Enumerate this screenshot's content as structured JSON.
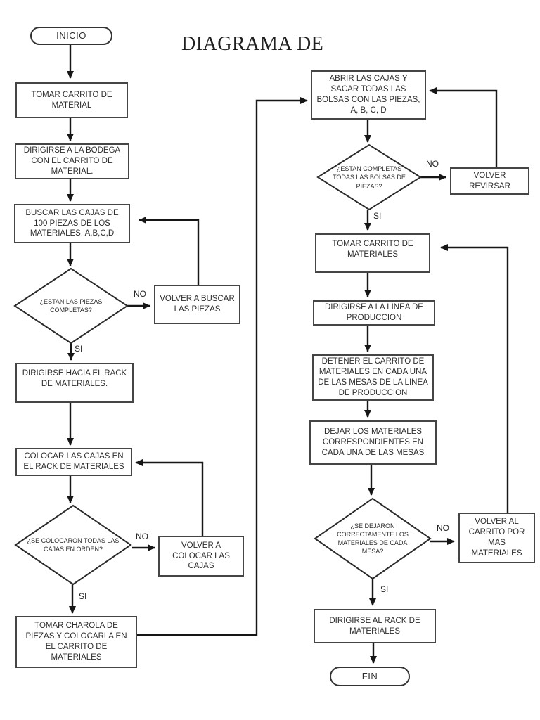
{
  "page": {
    "title": "DIAGRAMA DE"
  },
  "flowchart": {
    "decision_labels": {
      "yes": "SI",
      "no": "NO"
    },
    "nodes": {
      "inicio": {
        "type": "terminator",
        "label": "INICIO"
      },
      "tomar_carrito_material": {
        "type": "process",
        "label": "TOMAR CARRITO DE MATERIAL"
      },
      "dirigirse_bodega": {
        "type": "process",
        "label": "DIRIGIRSE A LA BODEGA CON EL CARRITO DE MATERIAL."
      },
      "buscar_cajas": {
        "type": "process",
        "label": "BUSCAR LAS CAJAS DE 100 PIEZAS DE LOS MATERIALES, A,B,C,D"
      },
      "estan_piezas_completas": {
        "type": "decision",
        "label": "¿ESTAN LAS PIEZAS COMPLETAS?"
      },
      "volver_buscar_piezas": {
        "type": "process",
        "label": "VOLVER A BUSCAR LAS PIEZAS"
      },
      "dirigirse_rack": {
        "type": "process",
        "label": "DIRIGIRSE HACIA EL RACK DE MATERIALES."
      },
      "colocar_cajas_rack": {
        "type": "process",
        "label": "COLOCAR LAS CAJAS EN EL RACK DE MATERIALES"
      },
      "se_colocaron_cajas": {
        "type": "decision",
        "label": "¿SE COLOCARON TODAS LAS CAJAS EN ORDEN?"
      },
      "volver_colocar_cajas": {
        "type": "process",
        "label": "VOLVER A COLOCAR LAS CAJAS"
      },
      "tomar_charola": {
        "type": "process",
        "label": "TOMAR CHAROLA DE PIEZAS Y COLOCARLA EN EL CARRITO DE MATERIALES"
      },
      "abrir_cajas": {
        "type": "process",
        "label": "ABRIR LAS CAJAS Y SACAR TODAS LAS BOLSAS CON LAS PIEZAS, A, B, C, D"
      },
      "estan_completas_bolsas": {
        "type": "decision",
        "label": "¿ESTAN COMPLETAS TODAS LAS BOLSAS DE PIEZAS?"
      },
      "volver_revirsar": {
        "type": "process",
        "label": "VOLVER REVIRSAR"
      },
      "tomar_carrito_materiales": {
        "type": "process",
        "label": "TOMAR CARRITO DE MATERIALES"
      },
      "dirigirse_linea_produccion": {
        "type": "process",
        "label": "DIRIGIRSE A LA LINEA DE PRODUCCION"
      },
      "detener_carrito": {
        "type": "process",
        "label": "DETENER EL CARRITO DE MATERIALES EN CADA UNA DE LAS MESAS DE LA LINEA DE PRODUCCION"
      },
      "dejar_materiales": {
        "type": "process",
        "label": "DEJAR LOS MATERIALES CORRESPONDIENTES EN CADA UNA DE LAS MESAS"
      },
      "se_dejaron_materiales": {
        "type": "decision",
        "label": "¿SE DEJARON CORRECTAMENTE LOS MATERIALES DE CADA MESA?"
      },
      "volver_carrito_mas_materiales": {
        "type": "process",
        "label": "VOLVER AL CARRITO POR MAS MATERIALES"
      },
      "dirigirse_rack_final": {
        "type": "process",
        "label": "DIRIGIRSE AL RACK DE MATERIALES"
      },
      "fin": {
        "type": "terminator",
        "label": "FIN"
      }
    },
    "edges": [
      {
        "from": "inicio",
        "to": "tomar_carrito_material"
      },
      {
        "from": "tomar_carrito_material",
        "to": "dirigirse_bodega"
      },
      {
        "from": "dirigirse_bodega",
        "to": "buscar_cajas"
      },
      {
        "from": "buscar_cajas",
        "to": "estan_piezas_completas"
      },
      {
        "from": "estan_piezas_completas",
        "to": "volver_buscar_piezas",
        "label": "NO"
      },
      {
        "from": "volver_buscar_piezas",
        "to": "buscar_cajas"
      },
      {
        "from": "estan_piezas_completas",
        "to": "dirigirse_rack",
        "label": "SI"
      },
      {
        "from": "dirigirse_rack",
        "to": "colocar_cajas_rack"
      },
      {
        "from": "colocar_cajas_rack",
        "to": "se_colocaron_cajas"
      },
      {
        "from": "se_colocaron_cajas",
        "to": "volver_colocar_cajas",
        "label": "NO"
      },
      {
        "from": "volver_colocar_cajas",
        "to": "colocar_cajas_rack"
      },
      {
        "from": "se_colocaron_cajas",
        "to": "tomar_charola",
        "label": "SI"
      },
      {
        "from": "tomar_charola",
        "to": "abrir_cajas"
      },
      {
        "from": "abrir_cajas",
        "to": "estan_completas_bolsas"
      },
      {
        "from": "estan_completas_bolsas",
        "to": "volver_revirsar",
        "label": "NO"
      },
      {
        "from": "volver_revirsar",
        "to": "abrir_cajas"
      },
      {
        "from": "estan_completas_bolsas",
        "to": "tomar_carrito_materiales",
        "label": "SI"
      },
      {
        "from": "tomar_carrito_materiales",
        "to": "dirigirse_linea_produccion"
      },
      {
        "from": "dirigirse_linea_produccion",
        "to": "detener_carrito"
      },
      {
        "from": "detener_carrito",
        "to": "dejar_materiales"
      },
      {
        "from": "dejar_materiales",
        "to": "se_dejaron_materiales"
      },
      {
        "from": "se_dejaron_materiales",
        "to": "volver_carrito_mas_materiales",
        "label": "NO"
      },
      {
        "from": "volver_carrito_mas_materiales",
        "to": "tomar_carrito_materiales"
      },
      {
        "from": "se_dejaron_materiales",
        "to": "dirigirse_rack_final",
        "label": "SI"
      },
      {
        "from": "dirigirse_rack_final",
        "to": "fin"
      }
    ]
  }
}
